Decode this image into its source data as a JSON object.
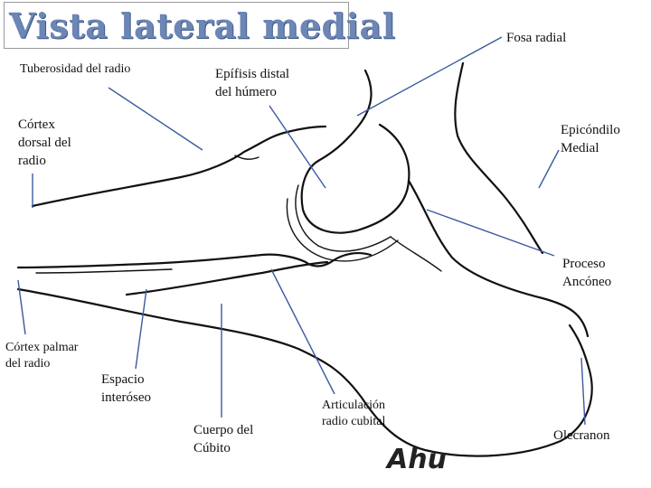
{
  "title": "Vista lateral medial",
  "signature": "Ahu",
  "labels": {
    "fosa_radial": "Fosa radial",
    "tuberosidad_radio": "Tuberosidad del radio",
    "epifisis_distal": "Epífisis distal\ndel húmero",
    "cortex_dorsal": "Córtex\ndorsal del\nradio",
    "epicondilo_medial": "Epicóndilo\nMedial",
    "proceso_anconeo": "Proceso\nAncóneo",
    "cortex_palmar": "Córtex palmar\ndel radio",
    "espacio_interoseo": "Espacio\ninteróseo",
    "articulacion_radio_cubital": "Articulación\nradio cubital",
    "cuerpo_cubito": "Cuerpo del\nCúbito",
    "olecranon": "Olecranon"
  },
  "colors": {
    "title": "#6c86b5",
    "leader": "#3b5aa0",
    "ink": "#111111"
  }
}
